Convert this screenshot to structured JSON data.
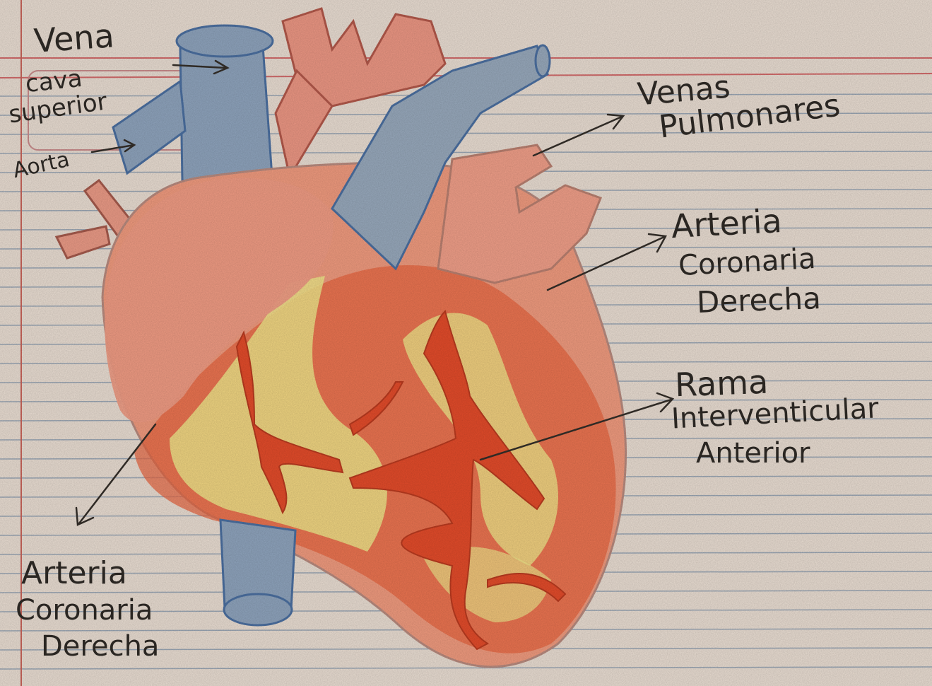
{
  "paper": {
    "color": "#e9ddd2",
    "rule_color": "#9aa6b4",
    "margin_color": "#c8645a",
    "top_rule_color": "#d26a6a"
  },
  "heart": {
    "base": "#ef9a7e",
    "deep": "#e8643e",
    "fat_yellow": "#f0e58a",
    "vessels_blue": "#8ea3bc",
    "vessels_outline": "#4b6fa0",
    "artery_red": "#e24b2a"
  },
  "labels": {
    "vena": "Vena",
    "cava": "cava",
    "superior": "superior",
    "aorta": "Aorta",
    "venas": "Venas",
    "pulmonares": "Pulmonares",
    "arteria_1": "Arteria",
    "coronaria_1": "Coronaria",
    "derecha_1": "Derecha",
    "rama": "Rama",
    "interventicular": "Interventicular",
    "anterior": "Anterior",
    "arteria_2": "Arteria",
    "coronaria_2": "Coronaria",
    "derecha_2": "Derecha"
  }
}
